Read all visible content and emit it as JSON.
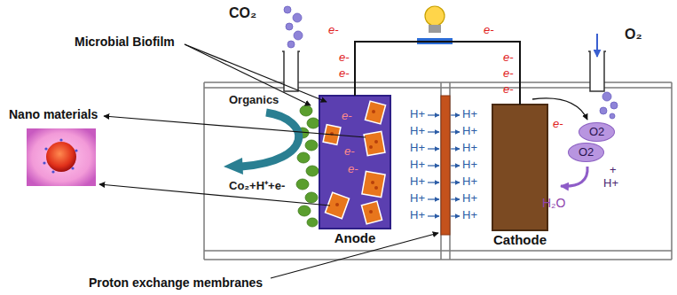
{
  "diagram": {
    "nodes": [
      {
        "text": [
          "Anode"
        ]
      },
      {
        "text": [
          "Cathode"
        ]
      },
      {
        "text": [
          "O2"
        ]
      },
      {
        "text": [
          "O2"
        ]
      }
    ],
    "edges": [
      {
        "from": 0,
        "to": 1,
        "arrow": "none"
      }
    ],
    "labels": [
      "CO₂",
      "O₂",
      "Microbial Biofilm",
      "Nano materials",
      "Organics",
      "Co₂+H⁺+e-",
      "H+",
      "H+",
      "H+",
      "H+",
      "H+",
      "H+",
      "H+",
      "H+",
      "H+",
      "H+",
      "H+",
      "H+",
      "H+",
      "H+",
      "e-",
      "e-",
      "e-",
      "e-",
      "e-",
      "e-",
      "e-",
      "e-",
      "e-",
      "e-",
      "e-",
      "+",
      "H+",
      "H₂O",
      "Proton exchange membranes"
    ]
  }
}
